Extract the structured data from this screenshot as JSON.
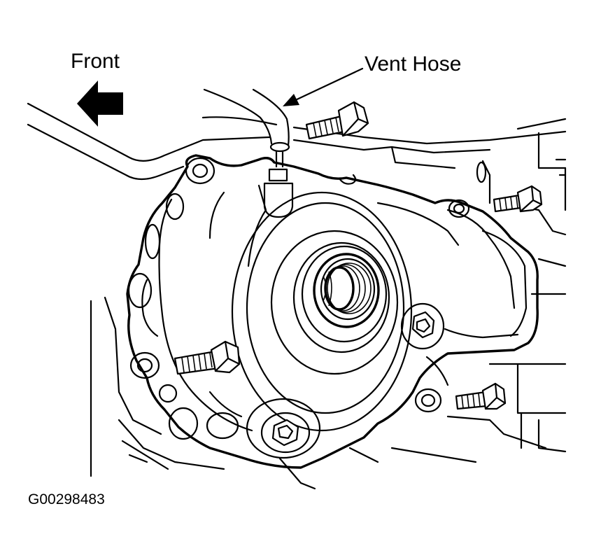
{
  "labels": {
    "front": "Front",
    "vent_hose": "Vent Hose",
    "figure_code": "G00298483"
  },
  "colors": {
    "ink": "#000000",
    "paper": "#ffffff"
  },
  "icons": {
    "direction_arrow": "arrow-left-icon"
  }
}
